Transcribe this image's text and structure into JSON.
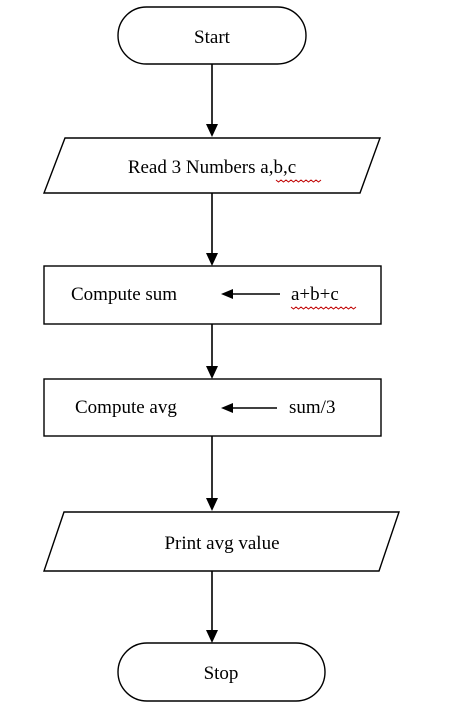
{
  "flowchart": {
    "start": {
      "label": "Start"
    },
    "read_input": {
      "label_prefix": "Read 3 Numbers ",
      "label_vars": "a,b,c"
    },
    "compute_sum": {
      "label": "Compute sum",
      "expression": "a+b+c"
    },
    "compute_avg": {
      "label": "Compute avg",
      "expression": "sum/3"
    },
    "print_output": {
      "label": "Print avg value"
    },
    "stop": {
      "label": "Stop"
    }
  },
  "colors": {
    "stroke": "#000000",
    "fill": "#ffffff",
    "spellcheck_underline": "#c00000"
  }
}
